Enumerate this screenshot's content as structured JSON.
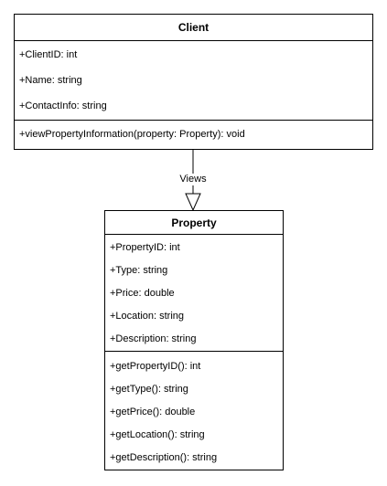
{
  "classes": {
    "client": {
      "name": "Client",
      "attributes": [
        "+ClientID: int",
        "+Name: string",
        "+ContactInfo: string"
      ],
      "operations": [
        "+viewPropertyInformation(property: Property): void"
      ]
    },
    "property": {
      "name": "Property",
      "attributes": [
        "+PropertyID: int",
        "+Type: string",
        "+Price: double",
        "+Location: string",
        "+Description: string"
      ],
      "operations": [
        "+getPropertyID(): int",
        "+getType(): string",
        "+getPrice(): double",
        "+getLocation(): string",
        "+getDescription(): string"
      ]
    }
  },
  "relationship": {
    "label": "Views",
    "arrow": "hollow-triangle"
  }
}
